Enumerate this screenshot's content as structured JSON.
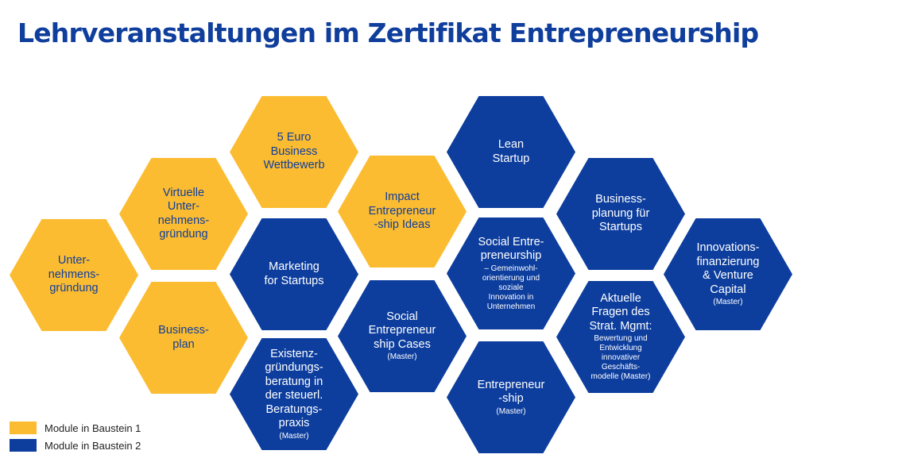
{
  "title": "Lehrveranstaltungen im Zertifikat Entrepreneurship",
  "colors": {
    "baustein1": "#fcbc31",
    "baustein2": "#0d3e9e",
    "title": "#0f3e9c"
  },
  "legend": [
    {
      "label": "Module in Baustein 1",
      "color": "#fcbc31"
    },
    {
      "label": "Module in Baustein 2",
      "color": "#0d3e9e"
    }
  ],
  "modules": [
    {
      "id": "unternehmensgruendung",
      "baustein": 1,
      "label": "Unter-\nnehmens-\ngründung",
      "detail": "",
      "note": ""
    },
    {
      "id": "virtuelle-unternehmensgruendung",
      "baustein": 1,
      "label": "Virtuelle\nUnter-\nnehmens-\ngründung",
      "detail": "",
      "note": ""
    },
    {
      "id": "businessplan",
      "baustein": 1,
      "label": "Business-\nplan",
      "detail": "",
      "note": ""
    },
    {
      "id": "5-euro-business",
      "baustein": 1,
      "label": "5 Euro\nBusiness\nWettbewerb",
      "detail": "",
      "note": ""
    },
    {
      "id": "impact-entrepreneurship",
      "baustein": 1,
      "label": "Impact\nEntrepreneur\n-ship Ideas",
      "detail": "",
      "note": ""
    },
    {
      "id": "marketing-startups",
      "baustein": 2,
      "label": "Marketing\nfor Startups",
      "detail": "",
      "note": ""
    },
    {
      "id": "existenzgruendungsberatung",
      "baustein": 2,
      "label": "Existenz-\ngründungs-\nberatung in\nder steuerl.\nBeratungs-\npraxis",
      "detail": "",
      "note": "(Master)"
    },
    {
      "id": "social-entrepreneurship-cases",
      "baustein": 2,
      "label": "Social\nEntrepreneur\nship Cases",
      "detail": "",
      "note": "(Master)"
    },
    {
      "id": "lean-startup",
      "baustein": 2,
      "label": "Lean\nStartup",
      "detail": "",
      "note": ""
    },
    {
      "id": "social-entrepreneurship",
      "baustein": 2,
      "label": "Social Entre-\npreneurship",
      "detail": "– Gemeinwohl-\norientierung und\nsoziale\nInnovation in\nUnternehmen",
      "note": ""
    },
    {
      "id": "entrepreneurship",
      "baustein": 2,
      "label": "Entrepreneur\n-ship",
      "detail": "",
      "note": "(Master)"
    },
    {
      "id": "businessplanung-startups",
      "baustein": 2,
      "label": "Business-\nplanung für\nStartups",
      "detail": "",
      "note": ""
    },
    {
      "id": "aktuelle-fragen",
      "baustein": 2,
      "label": "Aktuelle\nFragen des\nStrat. Mgmt:",
      "detail": "Bewertung und\nEntwicklung\ninnovativer\nGeschäfts-\nmodelle (Master)",
      "note": ""
    },
    {
      "id": "innovationsfinanzierung",
      "baustein": 2,
      "label": "Innovations-\nfinanzierung\n& Venture\nCapital",
      "detail": "",
      "note": "(Master)"
    }
  ]
}
